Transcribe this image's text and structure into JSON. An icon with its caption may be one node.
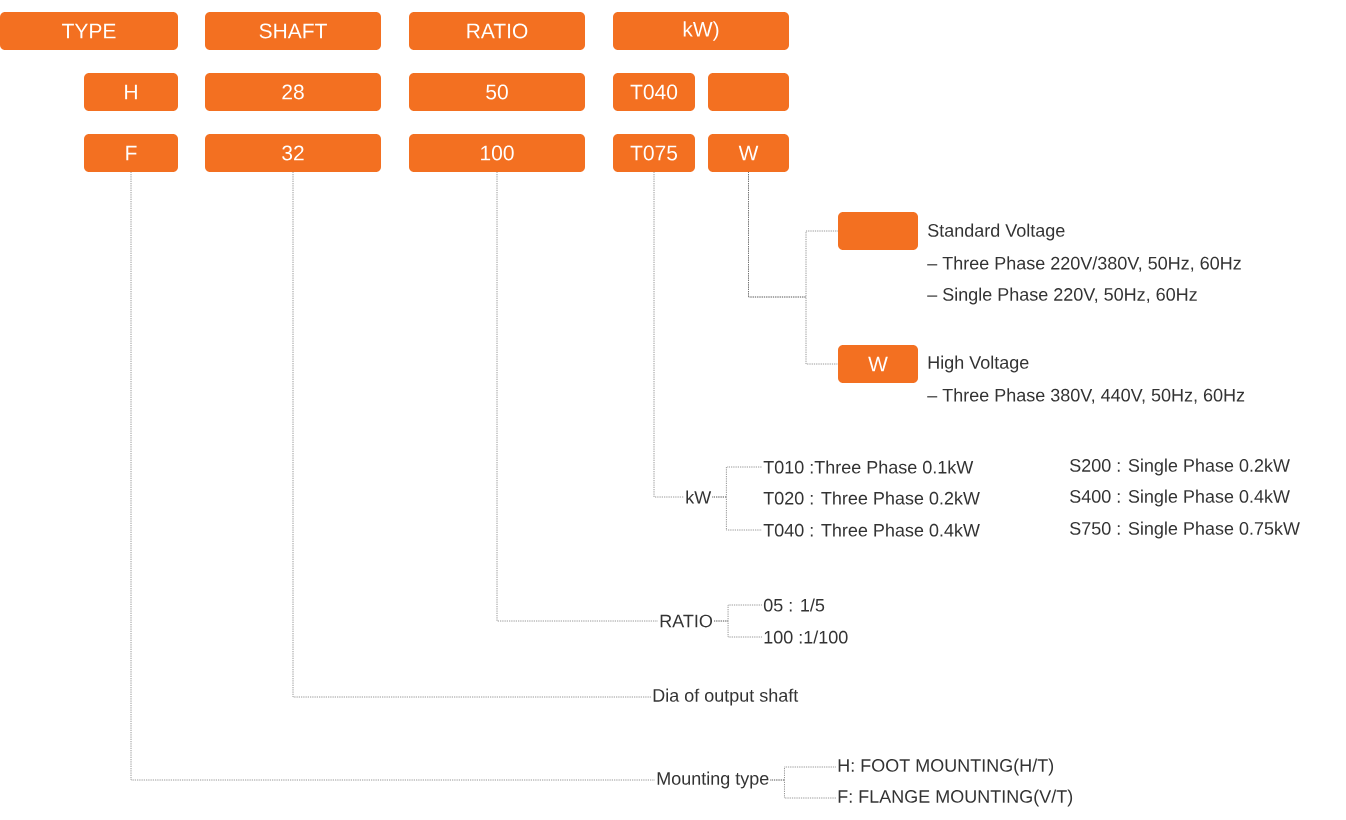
{
  "diagram": {
    "nodes": [
      {
        "text": [
          "TYPE"
        ]
      },
      {
        "text": [
          "SHAFT"
        ]
      },
      {
        "text": [
          "RATIO"
        ]
      },
      {
        "text": [
          "kW)"
        ]
      },
      {
        "text": [
          "H"
        ]
      },
      {
        "text": [
          "28"
        ]
      },
      {
        "text": [
          "50"
        ]
      },
      {
        "text": [
          "T040"
        ]
      },
      {
        "text": [],
        "shape": "box"
      },
      {
        "text": [
          "F"
        ]
      },
      {
        "text": [
          "32"
        ]
      },
      {
        "text": [
          "100"
        ]
      },
      {
        "text": [
          "T075"
        ]
      },
      {
        "text": [
          "W"
        ]
      },
      {
        "text": [],
        "shape": "box",
        "beside": [
          "Standard Voltage",
          "– Three Phase 220V/380V, 50Hz, 60Hz",
          "– Single Phase 220V,  50Hz, 60Hz"
        ]
      },
      {
        "text": [
          "W"
        ],
        "beside": [
          "High Voltage",
          "– Three Phase 380V, 440V, 50Hz, 60Hz"
        ]
      },
      {
        "text": [
          "kW"
        ]
      },
      {
        "text": [
          "T010 :Three Phase 0.1kW"
        ]
      },
      {
        "text": [
          "T040 : Three Phase 0.4kW"
        ]
      },
      {
        "text": [
          "RATIO"
        ]
      },
      {
        "text": [
          "05 : 1/5"
        ]
      },
      {
        "text": [
          "100 :1/100"
        ]
      },
      {
        "text": [
          "Dia of output shaft"
        ]
      },
      {
        "text": [
          "Mounting type"
        ]
      },
      {
        "text": [
          "H: FOOT MOUNTING(H/T)"
        ]
      },
      {
        "text": [
          "F: FLANGE MOUNTING(V/T)"
        ]
      }
    ],
    "edges": [
      {
        "from": 13,
        "to": 14,
        "arrow": "none"
      },
      {
        "from": 13,
        "to": 15,
        "arrow": "none"
      },
      {
        "from": 12,
        "to": 16,
        "arrow": "none"
      },
      {
        "from": 16,
        "to": 17,
        "arrow": "none"
      },
      {
        "from": 16,
        "to": 18,
        "arrow": "none"
      },
      {
        "from": 11,
        "to": 19,
        "arrow": "none"
      },
      {
        "from": 19,
        "to": 20,
        "arrow": "none"
      },
      {
        "from": 19,
        "to": 21,
        "arrow": "none"
      },
      {
        "from": 10,
        "to": 22,
        "arrow": "none"
      },
      {
        "from": 9,
        "to": 23,
        "arrow": "none"
      },
      {
        "from": 23,
        "to": 24,
        "arrow": "none"
      },
      {
        "from": 23,
        "to": 25,
        "arrow": "none"
      }
    ],
    "labels": [
      "T020 : Three Phase 0.2kW",
      "S200 : Single Phase 0.2kW",
      "S400 : Single Phase 0.4kW",
      "S750 : Single Phase 0.75kW"
    ]
  }
}
